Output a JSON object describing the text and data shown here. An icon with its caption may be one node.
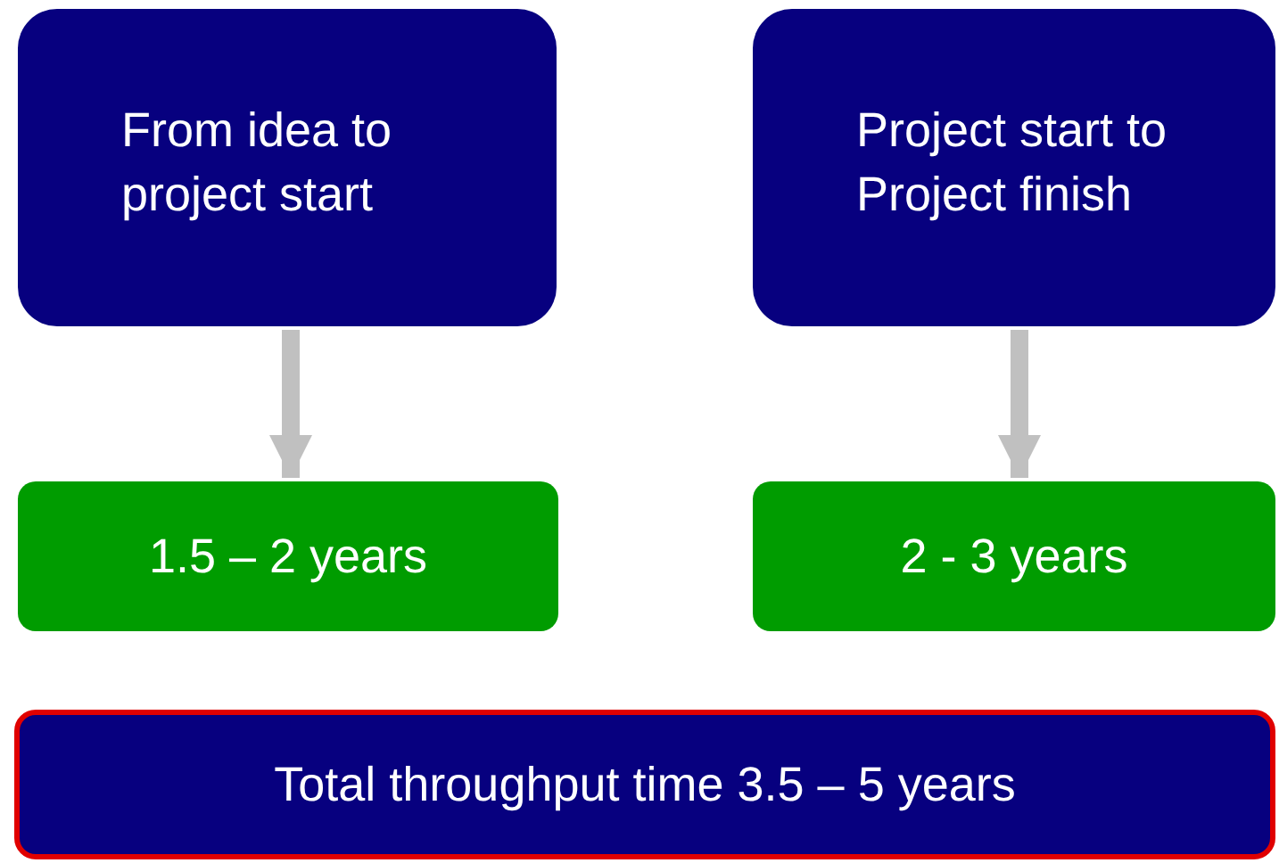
{
  "diagram": {
    "nodes": [
      {
        "text": [
          "From idea to project start"
        ]
      },
      {
        "text": [
          "Project start to Project finish"
        ]
      },
      {
        "text": [
          "1.5 – 2 years"
        ]
      },
      {
        "text": [
          "2 - 3 years"
        ]
      },
      {
        "text": [
          "Total throughput time 3.5 – 5 years"
        ]
      }
    ],
    "edges": [
      {
        "from": 0,
        "to": 2,
        "arrow": "to"
      },
      {
        "from": 1,
        "to": 3,
        "arrow": "to"
      }
    ]
  }
}
